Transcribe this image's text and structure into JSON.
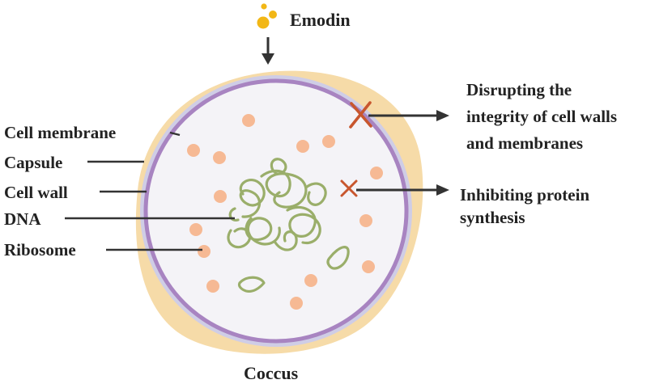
{
  "diagram": {
    "compound": "Emodin",
    "cell_type": "Coccus",
    "structures": {
      "cell_membrane": "Cell membrane",
      "capsule": "Capsule",
      "cell_wall": "Cell wall",
      "dna": "DNA",
      "ribosome": "Ribosome"
    },
    "mechanisms": {
      "wall_disruption": [
        "Disrupting the",
        "integrity of cell walls",
        "and membranes"
      ],
      "protein_inhibition": [
        "Inhibiting protein",
        "synthesis"
      ]
    },
    "colors": {
      "capsule": "#f6dba8",
      "cell_wall": "#cfcde6",
      "cell_membrane": "#a884c1",
      "cytoplasm": "#f4f3f7",
      "dna": "#9aae6a",
      "ribosome": "#f6b994",
      "inhibition_mark": "#c8562e",
      "emodin_drop": "#f2b716",
      "arrow": "#333333"
    }
  }
}
